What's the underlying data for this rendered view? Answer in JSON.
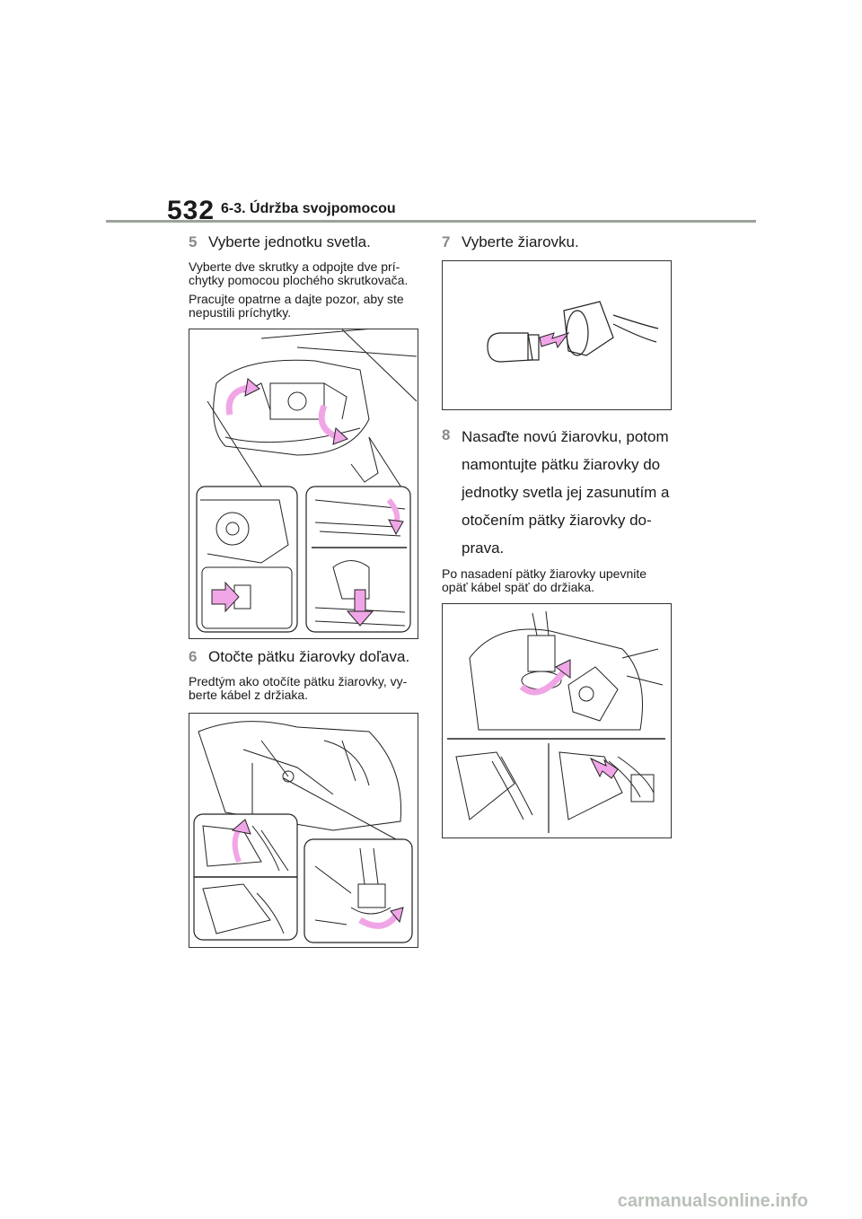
{
  "header": {
    "page_number": "532",
    "section": "6-3. Údržba svojpomocou"
  },
  "left": {
    "step5": {
      "num": "5",
      "title": "Vyberte jednotku svetla."
    },
    "step5_p1": "Vyberte dve skrutky a odpojte dve prí-chytky pomocou plochého skrutkovača.",
    "step5_p2": "Pracujte opatrne a dajte pozor, aby ste nepustili príchytky.",
    "step6": {
      "num": "6",
      "title": "Otočte pätku žiarovky doľava."
    },
    "step6_p1": "Predtým ako otočíte pätku žiarovky, vy-berte kábel z držiaka."
  },
  "right": {
    "step7": {
      "num": "7",
      "title": "Vyberte žiarovku."
    },
    "step8": {
      "num": "8",
      "title": "Nasaďte novú žiarovku, potom namontujte pätku žiarovky do jednotky svetla jej zasunutím a otočením pätky žiarovky do-prava."
    },
    "step8_p1": "Po nasadení pätky žiarovky upevnite opäť kábel späť do držiaka."
  },
  "footer": {
    "watermark": "carmanualsonline.info"
  },
  "colors": {
    "arrow": "#f0a6e6",
    "rule": "#9aa39a",
    "step_number": "#8a8a8a"
  }
}
